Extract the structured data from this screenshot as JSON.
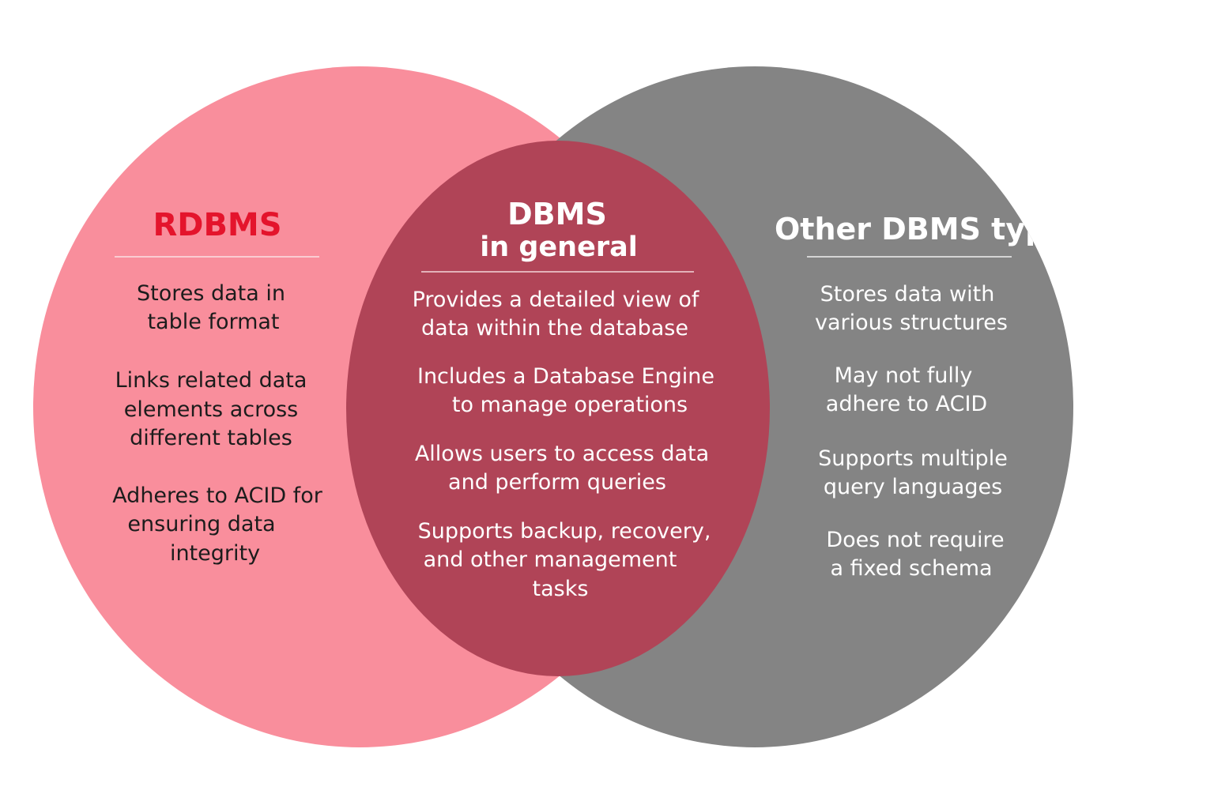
{
  "colors": {
    "rdbms": "#f98e9c",
    "other": "#848484",
    "overlap": "#b04457",
    "rdbms_title": "#e4142c"
  },
  "rdbms": {
    "title": "RDBMS",
    "items": [
      [
        "Stores data in",
        "table format"
      ],
      [
        "Links related data",
        "elements across",
        "different tables"
      ],
      [
        "Adheres to ACID for",
        "ensuring data",
        "integrity"
      ]
    ]
  },
  "general": {
    "title": "DBMS",
    "subtitle": "in general",
    "items": [
      [
        "Provides a detailed view of",
        "data within the database"
      ],
      [
        "Includes a  Database Engine",
        "to manage operations"
      ],
      [
        "Allows users to access data",
        "and perform queries"
      ],
      [
        "Supports backup, recovery,",
        "and other management",
        "tasks"
      ]
    ]
  },
  "other": {
    "title": "Other DBMS types",
    "items": [
      [
        "Stores data with",
        "various structures"
      ],
      [
        "May not fully",
        "adhere to ACID"
      ],
      [
        "Supports multiple",
        "query languages"
      ],
      [
        "Does not require",
        "a fixed schema"
      ]
    ]
  }
}
